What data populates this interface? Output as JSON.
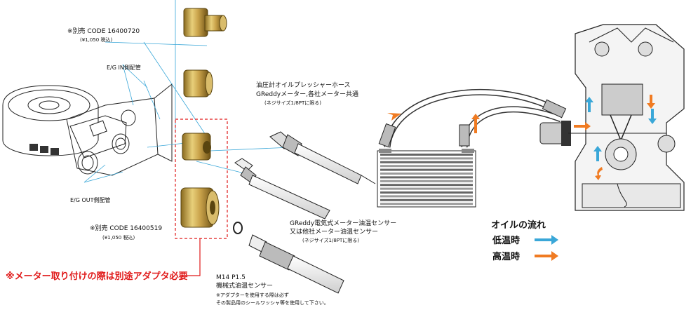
{
  "labels": {
    "code_top": "※別売 CODE 16400720",
    "code_top_price": "(¥1,050 税込)",
    "eg_in": "E/G IN側配管",
    "eg_out": "E/G OUT側配管",
    "code_bottom": "※別売 CODE 16400519",
    "code_bottom_price": "(¥1,050 税込)",
    "adapter_note": "※メーター取り付けの際は別途アダプタ必要",
    "pressure_hose_1": "油圧計オイルプレッシャーホース",
    "pressure_hose_2": "GReddyメーター,各社メーター共通",
    "pressure_hose_3": "(ネジサイズ1/8PTに限る)",
    "temp_sensor_1": "GReddy電気式メーター油温センサー",
    "temp_sensor_2": "又は他社メーター油温センサー",
    "temp_sensor_3": "(ネジサイズ1/8PTに限る)",
    "mech_1": "M14 P1.5",
    "mech_2": "機械式油温センサー",
    "mech_3": "※アダプターを使用する際は必ず",
    "mech_4": "その製品用のシールワッシャ等を使用して下さい。"
  },
  "legend": {
    "title": "オイルの流れ",
    "low_label": "低温時",
    "high_label": "高温時",
    "low_color": "#3aa7d8",
    "high_color": "#f07b22"
  },
  "colors": {
    "adapter_box": "#e01919",
    "brass": "#c9a24a"
  }
}
